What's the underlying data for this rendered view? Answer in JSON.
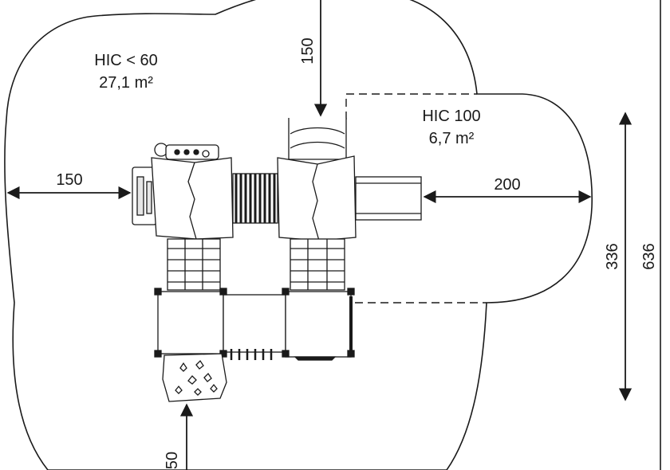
{
  "zones": [
    {
      "id": "zone-hic60",
      "label": "HIC < 60",
      "area": "27,1 m²"
    },
    {
      "id": "zone-hic100",
      "label": "HIC 100",
      "area": "6,7 m²"
    }
  ],
  "dimensions": {
    "top": "150",
    "left": "150",
    "right": "200",
    "bottom": "50",
    "height_inner": "336",
    "height_total": "636"
  },
  "colors": {
    "line": "#1a1a1a",
    "structure_fill": "#ffffff",
    "deck_shade": "#e6e6e6"
  }
}
